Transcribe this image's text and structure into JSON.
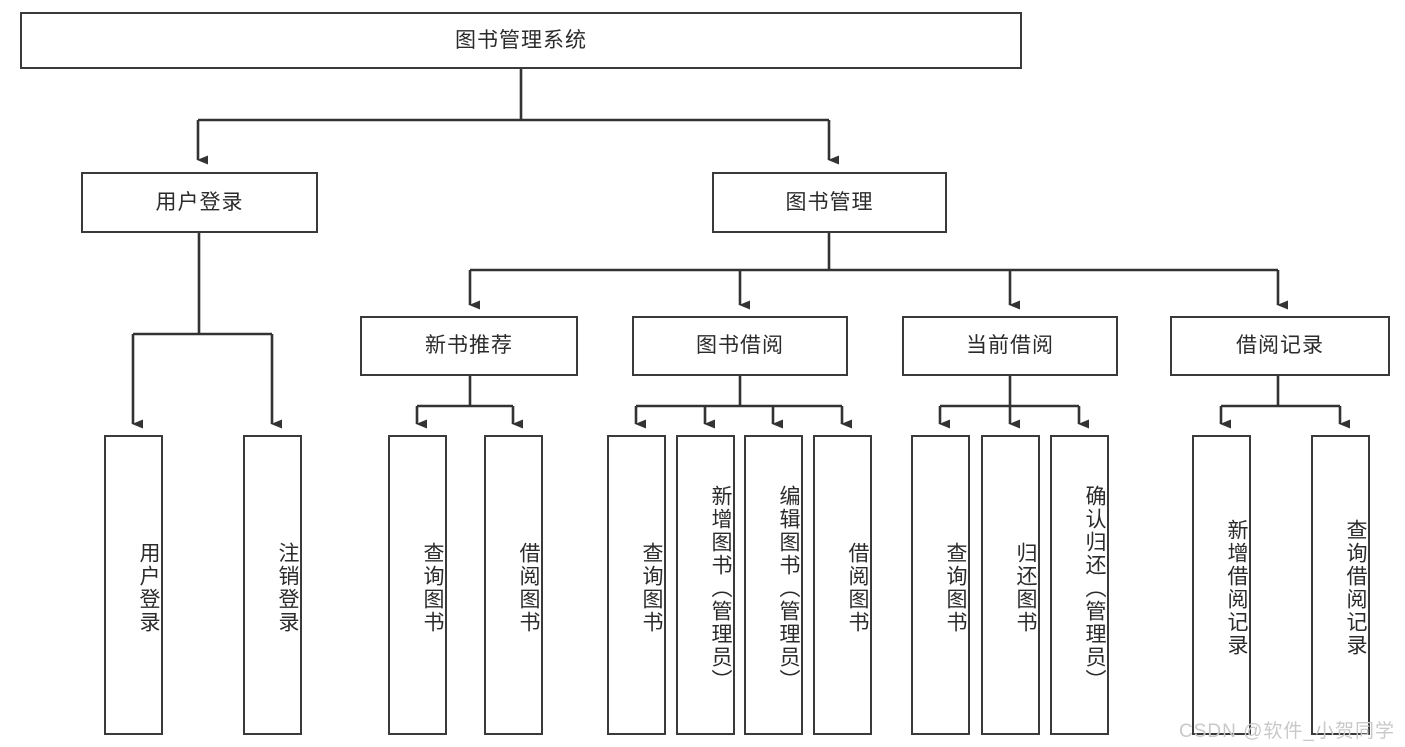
{
  "diagram": {
    "type": "tree",
    "title": "图书管理系统",
    "root": {
      "label": "图书管理系统"
    },
    "level1": [
      {
        "label": "用户登录"
      },
      {
        "label": "图书管理"
      }
    ],
    "level2": [
      {
        "label": "新书推荐"
      },
      {
        "label": "图书借阅"
      },
      {
        "label": "当前借阅"
      },
      {
        "label": "借阅记录"
      }
    ],
    "leaves": {
      "user_login": [
        {
          "label": "用户登录"
        },
        {
          "label": "注销登录"
        }
      ],
      "new_book_recommend": [
        {
          "label": "查询图书"
        },
        {
          "label": "借阅图书"
        }
      ],
      "book_borrow": [
        {
          "label": "查询图书"
        },
        {
          "label": "新增图书（管理员）"
        },
        {
          "label": "编辑图书（管理员）"
        },
        {
          "label": "借阅图书"
        }
      ],
      "current_borrow": [
        {
          "label": "查询图书"
        },
        {
          "label": "归还图书"
        },
        {
          "label": "确认归还（管理员）"
        }
      ],
      "borrow_record": [
        {
          "label": "新增借阅记录"
        },
        {
          "label": "查询借阅记录"
        }
      ]
    }
  },
  "watermark": {
    "text": "CSDN @软件_小贺同学"
  },
  "colors": {
    "box_border": "#3a3a3a",
    "box_fill": "#ffffff",
    "text": "#2b2b2b",
    "edge": "#333333",
    "watermark": "#c9c9c9",
    "background": "#ffffff"
  }
}
